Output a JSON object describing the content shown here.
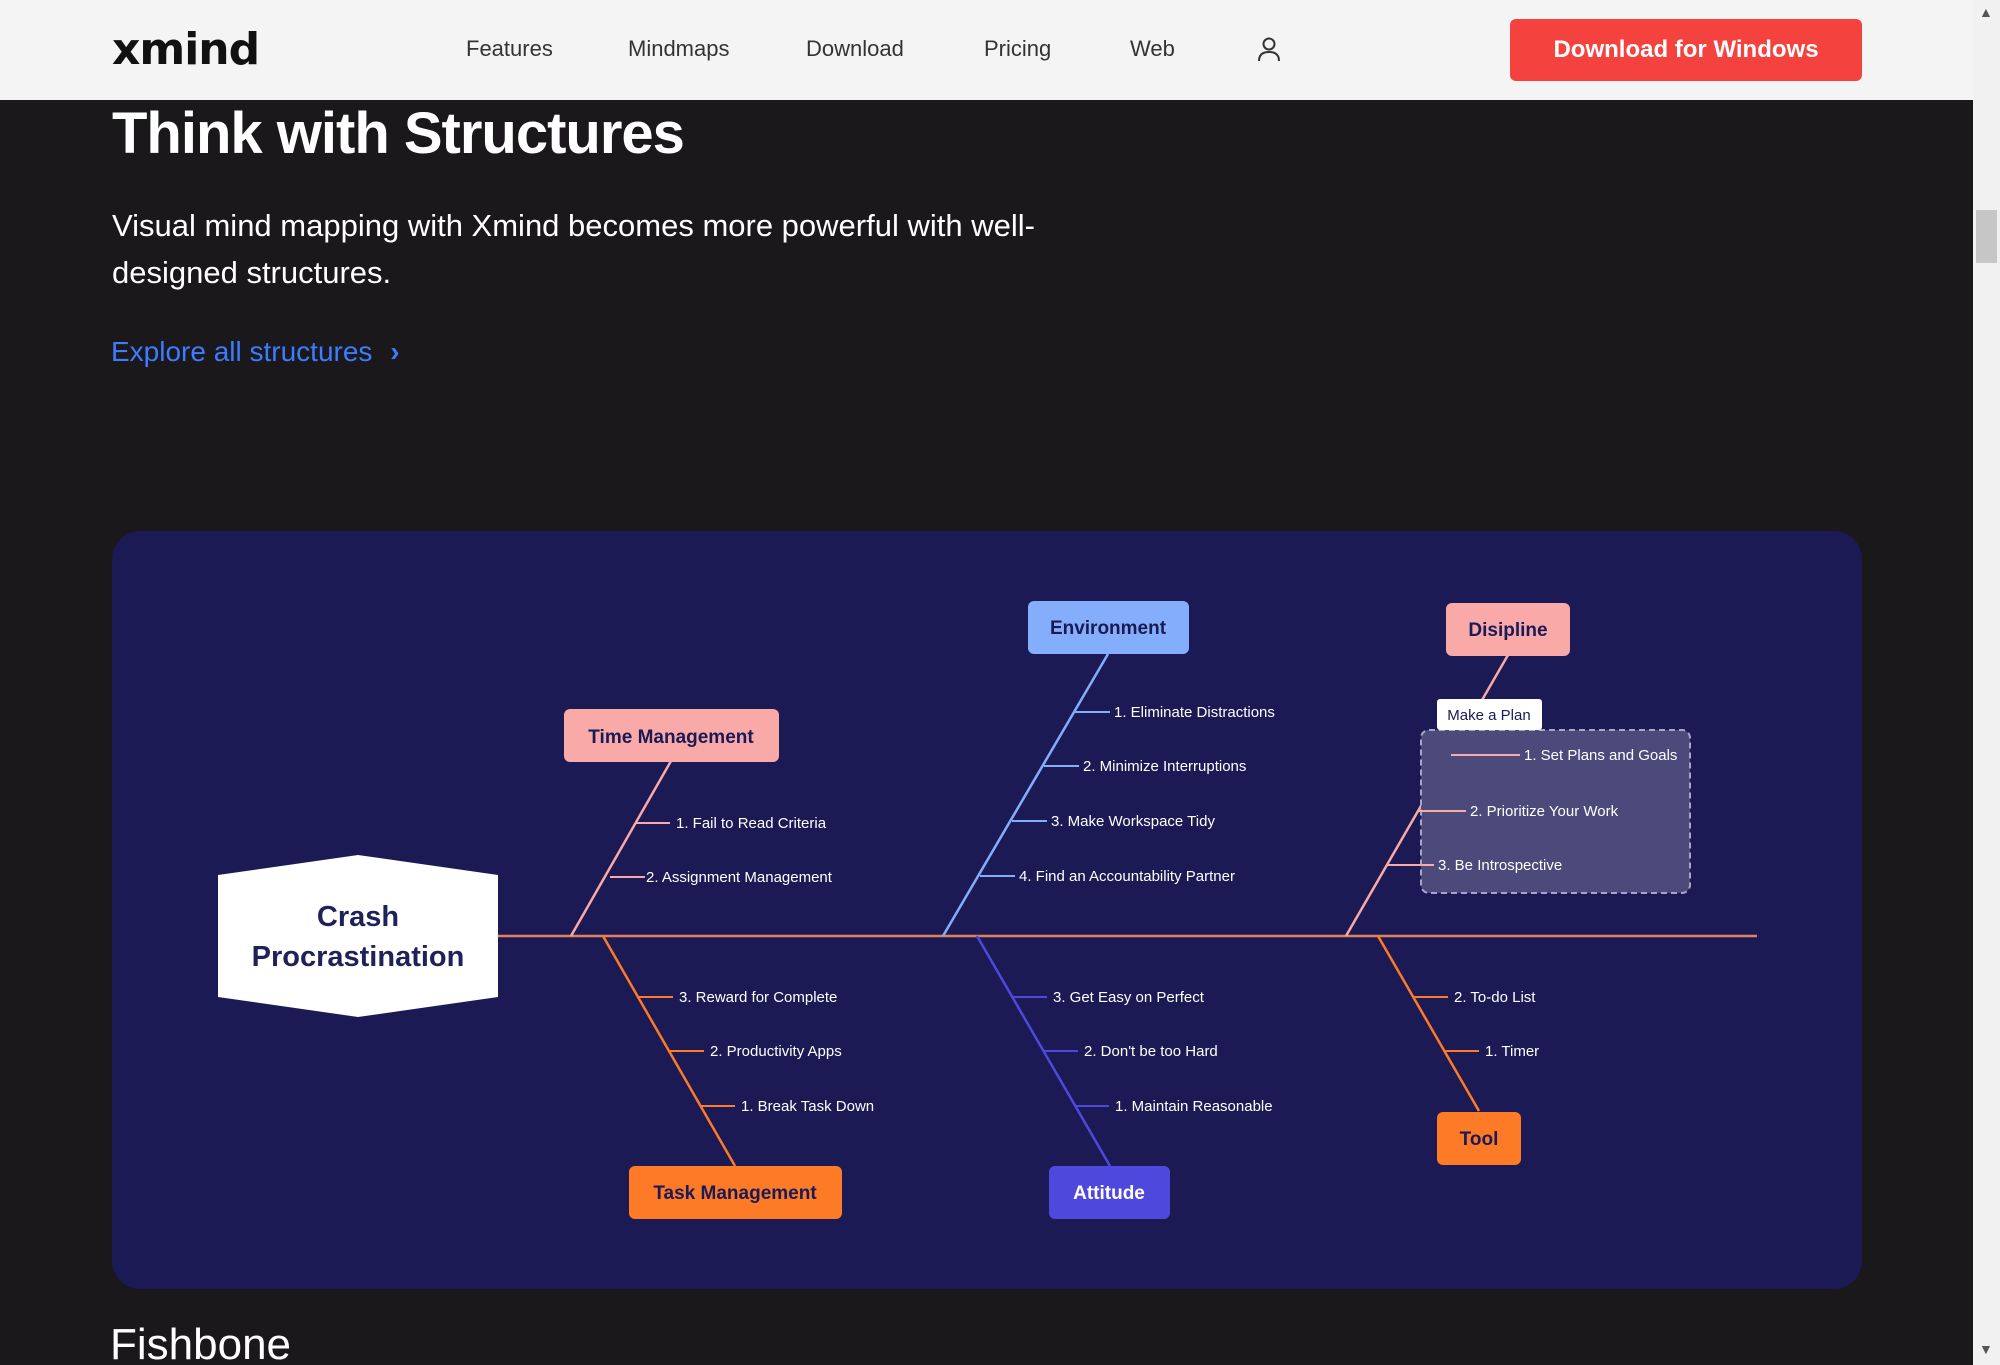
{
  "nav": {
    "logo": "xmind",
    "items": [
      "Features",
      "Mindmaps",
      "Download",
      "Pricing",
      "Web"
    ],
    "cta": "Download for Windows"
  },
  "hero": {
    "title": "Think with Structures",
    "subtitle": "Visual mind mapping with Xmind becomes more powerful with well-designed structures.",
    "link": "Explore all structures",
    "link_arrow": "›"
  },
  "diagram": {
    "central": "Crash Procrastination",
    "time_management": {
      "label": "Time Management",
      "items": [
        "1. Fail to Read Criteria",
        "2. Assignment Management"
      ]
    },
    "environment": {
      "label": "Environment",
      "items": [
        "1. Eliminate Distractions",
        "2. Minimize Interruptions",
        "3. Make Workspace Tidy",
        "4. Find an Accountability Partner"
      ]
    },
    "disipline": {
      "label": "Disipline",
      "group_label": "Make a Plan",
      "items": [
        "1. Set Plans and Goals",
        "2. Prioritize Your Work",
        "3. Be Introspective"
      ]
    },
    "task_management": {
      "label": "Task Management",
      "items": [
        "3. Reward for Complete",
        "2. Productivity Apps",
        "1. Break Task Down"
      ]
    },
    "attitude": {
      "label": "Attitude",
      "items": [
        "3. Get Easy on Perfect",
        "2. Don't be too Hard",
        "1. Maintain Reasonable"
      ]
    },
    "tool": {
      "label": "Tool",
      "items": [
        "2. To-do List",
        "1. Timer"
      ]
    }
  },
  "section": {
    "title": "Fishbone"
  },
  "colors": {
    "nav_bg": "#f4f4f4",
    "cta": "#f4433e",
    "page_bg": "#1a181a",
    "link": "#3d7bff",
    "card_bg": "#1b1a54",
    "pink": "#f8a9a8",
    "light_blue": "#84aefc",
    "orange": "#fd7a26",
    "indigo": "#4e49dc",
    "spine": "#e1805a"
  },
  "icons": {
    "user": "user-icon",
    "chevron": "chevron-right-icon"
  }
}
